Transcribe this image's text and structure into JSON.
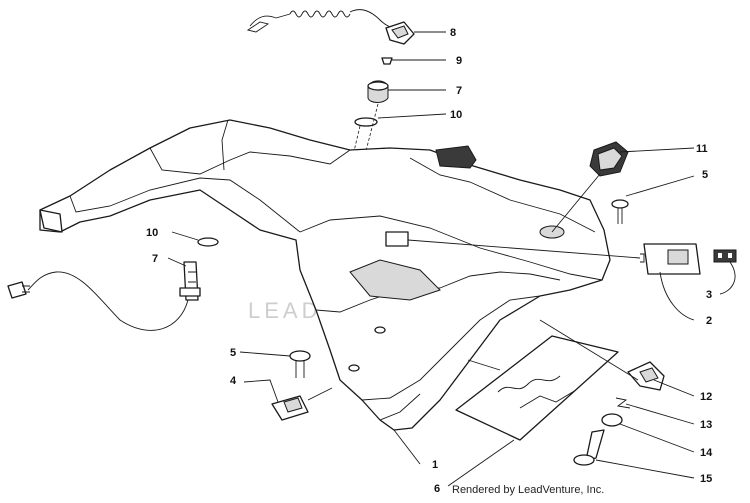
{
  "watermark": {
    "text": "LEADVENTURE"
  },
  "credit": {
    "text": "Rendered by LeadVenture, Inc."
  },
  "callouts": [
    "8",
    "9",
    "7",
    "10",
    "11",
    "5",
    "10",
    "7",
    "3",
    "2",
    "5",
    "4",
    "12",
    "13",
    "14",
    "1",
    "15",
    "6"
  ]
}
